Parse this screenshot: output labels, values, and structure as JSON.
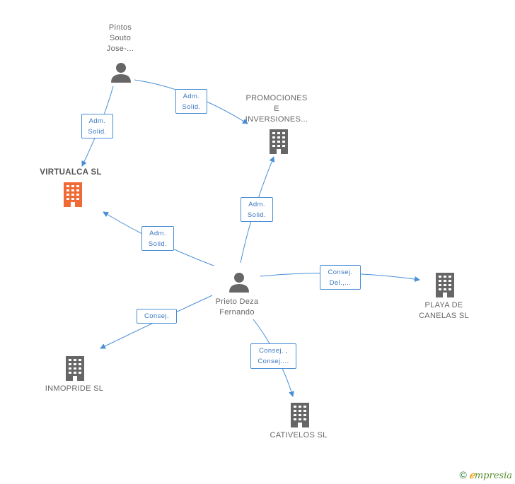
{
  "nodes": {
    "pintos": {
      "label": "Pintos\nSouto\nJose-...",
      "icon": "person-icon"
    },
    "promociones": {
      "label": "PROMOCIONES\nE\nINVERSIONES...",
      "icon": "building-icon"
    },
    "virtualca": {
      "label": "VIRTUALCA SL",
      "icon": "building-icon"
    },
    "prieto": {
      "label": "Prieto Deza\nFernando",
      "icon": "person-icon"
    },
    "playa": {
      "label": "PLAYA DE\nCANELAS SL",
      "icon": "building-icon"
    },
    "inmopride": {
      "label": "INMOPRIDE SL",
      "icon": "building-icon"
    },
    "cativelos": {
      "label": "CATIVELOS SL",
      "icon": "building-icon"
    }
  },
  "edges": {
    "pintos_promociones": "Adm.\nSolid.",
    "pintos_virtualca": "Adm.\nSolid.",
    "prieto_promociones": "Adm.\nSolid.",
    "prieto_virtualca": "Adm.\nSolid.",
    "prieto_playa": "Consej.\nDel.,...",
    "prieto_inmopride": "Consej.",
    "prieto_cativelos": "Consej. ,\nConsej...."
  },
  "colors": {
    "edge": "#4a8fd6",
    "node_gray": "#666666",
    "node_main": "#f06a35"
  },
  "footer": {
    "copyright": "©",
    "brand_initial": "ℯ",
    "brand_rest": "mpresia"
  }
}
